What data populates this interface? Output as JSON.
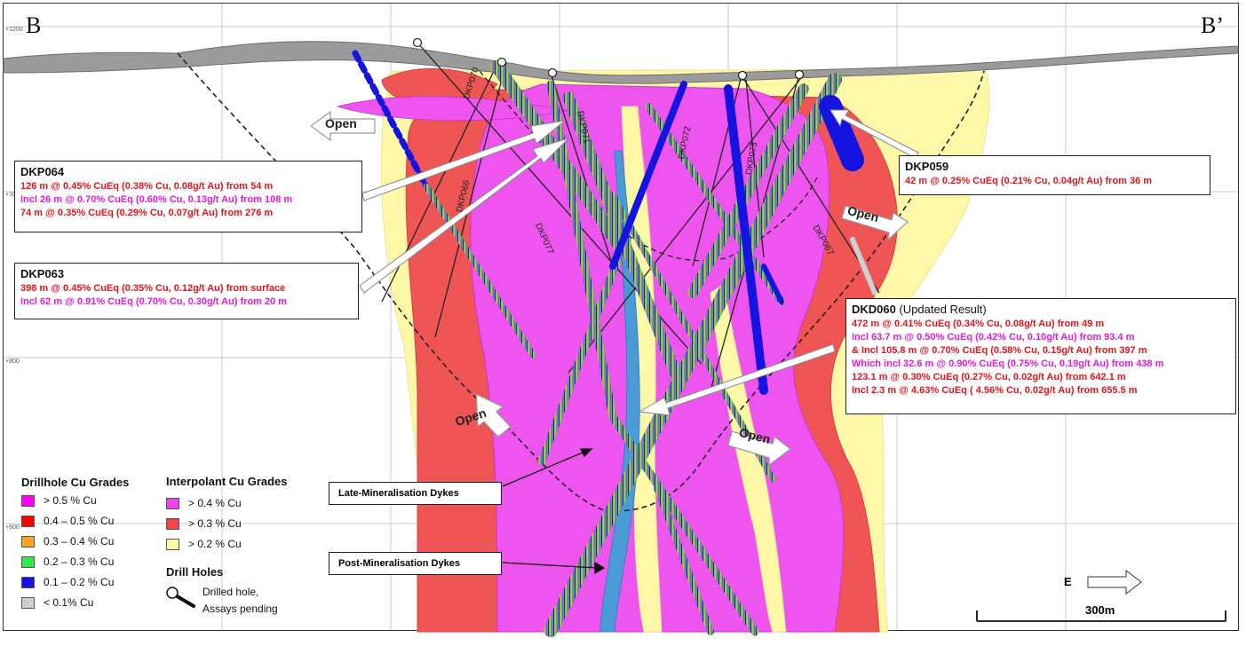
{
  "section": {
    "start": "B",
    "end": "B’"
  },
  "elevations": [
    "+1200",
    "+10",
    "+800",
    "+600"
  ],
  "callouts": [
    {
      "id": "DKP064",
      "title": "DKP064",
      "note": "",
      "lines": [
        {
          "text": "126 m @ 0.45% CuEq (0.38% Cu, 0.08g/t Au) from 54 m",
          "color": "red"
        },
        {
          "text": "Incl 26 m @ 0.70% CuEq (0.60% Cu, 0.13g/t Au) from 108 m",
          "color": "mag"
        },
        {
          "text": "74 m @ 0.35% CuEq (0.29% Cu, 0.07g/t Au) from 276 m",
          "color": "red"
        }
      ]
    },
    {
      "id": "DKP063",
      "title": "DKP063",
      "note": "",
      "lines": [
        {
          "text": "398 m @ 0.45% CuEq (0.35% Cu, 0.12g/t Au) from surface",
          "color": "red"
        },
        {
          "text": "Incl 62 m @ 0.91% CuEq (0.70% Cu, 0.30g/t Au) from 20 m",
          "color": "mag"
        }
      ]
    },
    {
      "id": "DKP059",
      "title": "DKP059",
      "note": "",
      "lines": [
        {
          "text": "42 m @ 0.25% CuEq (0.21% Cu, 0.04g/t Au) from 36 m",
          "color": "red"
        }
      ]
    },
    {
      "id": "DKD060",
      "title": "DKD060",
      "note": " (Updated Result)",
      "lines": [
        {
          "text": "472 m @ 0.41% CuEq (0.34% Cu, 0.08g/t Au) from 49 m",
          "color": "red"
        },
        {
          "text": "Incl 63.7 m @ 0.50% CuEq (0.42% Cu, 0.10g/t Au) from 93.4 m",
          "color": "mag"
        },
        {
          "text": "& Incl 105.8 m @ 0.70% CuEq (0.58% Cu, 0.15g/t Au) from 397 m",
          "color": "red"
        },
        {
          "text": "Which incl 32.6 m @ 0.90% CuEq (0.75% Cu, 0.19g/t Au) from 438 m",
          "color": "mag"
        },
        {
          "text": "123.1 m @ 0.30% CuEq (0.27% Cu, 0.02g/t Au) from 642.1 m",
          "color": "red"
        },
        {
          "text": "Incl 2.3 m @ 4.63% CuEq ( 4.56% Cu, 0.02g/t Au) from 655.5 m",
          "color": "red"
        }
      ]
    }
  ],
  "open_label": "Open",
  "hole_labels": [
    "DKP070",
    "DKP071",
    "DKP072",
    "DKP073",
    "DKP066",
    "DKP077",
    "DKP067"
  ],
  "dykes": {
    "late": "Late-Mineralisation Dykes",
    "post": "Post-Mineralisation Dykes"
  },
  "legend": {
    "drillhole_title": "Drillhole Cu Grades",
    "drillhole": [
      {
        "label": "> 0.5 % Cu",
        "color": "#ff00ff"
      },
      {
        "label": "0.4 – 0.5 % Cu",
        "color": "#ff0000"
      },
      {
        "label": "0.3 – 0.4 % Cu",
        "color": "#f5a623"
      },
      {
        "label": "0.2 – 0.3 % Cu",
        "color": "#33e84a"
      },
      {
        "label": "0.1 – 0.2 % Cu",
        "color": "#1414e0"
      },
      {
        "label": "< 0.1% Cu",
        "color": "#cfcfcf"
      }
    ],
    "interp_title": "Interpolant Cu Grades",
    "interp": [
      {
        "label": "> 0.4 % Cu",
        "color": "#ee44ee"
      },
      {
        "label": "> 0.3 % Cu",
        "color": "#f04848"
      },
      {
        "label": "> 0.2 % Cu",
        "color": "#fdf7a8"
      }
    ],
    "drill_title": "Drill Holes",
    "drilled": "Drilled hole,",
    "pending": "Assays pending"
  },
  "scale": {
    "direction": "E",
    "length": "300m"
  }
}
